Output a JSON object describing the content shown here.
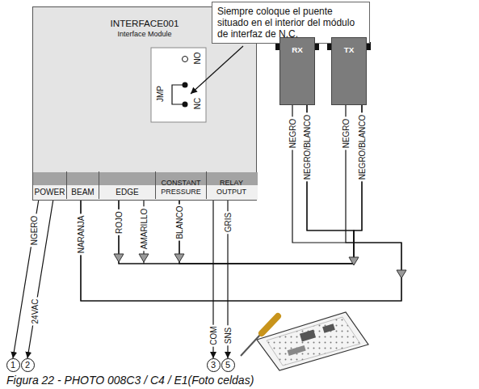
{
  "diagram": {
    "caption": "Figura 22 - PHOTO 008C3 / C4 / E1(Foto celdas)",
    "nodes": [
      {
        "text": [
          "INTERFACE001",
          "Interface Module"
        ]
      },
      {
        "text": [
          "POWER"
        ],
        "in": 0
      },
      {
        "text": [
          "BEAM"
        ],
        "in": 0
      },
      {
        "text": [
          "EDGE"
        ],
        "in": 0
      },
      {
        "text": [
          "CONSTANT PRESSURE"
        ],
        "in": 0
      },
      {
        "text": [
          "RELAY OUTPUT"
        ],
        "in": 0
      },
      {
        "text": [
          "Siempre coloque el puente situado en el interior del módulo de interfaz de N.C."
        ]
      },
      {
        "text": [
          "RX"
        ]
      },
      {
        "text": [
          "TX"
        ]
      },
      {
        "text": [
          "1"
        ]
      },
      {
        "text": [
          "2"
        ]
      },
      {
        "text": [
          "3"
        ]
      },
      {
        "text": [
          "5"
        ]
      }
    ],
    "edges": [
      {
        "from": 1,
        "to": 9,
        "arrow": "to",
        "label": "NGERO"
      },
      {
        "from": 1,
        "to": 10,
        "arrow": "to",
        "label": "24VAC"
      },
      {
        "from": 5,
        "to": 11,
        "arrow": "to",
        "label": "COM"
      },
      {
        "from": 5,
        "to": 12,
        "arrow": "to",
        "label": "SNS"
      },
      {
        "from": 2,
        "to": 7,
        "arrow": "none"
      },
      {
        "from": 2,
        "to": 8,
        "arrow": "none"
      },
      {
        "from": 3,
        "to": 7,
        "arrow": "none"
      },
      {
        "from": 3,
        "to": 8,
        "arrow": "none"
      },
      {
        "from": 4,
        "to": 7,
        "arrow": "none"
      },
      {
        "from": 4,
        "to": 8,
        "arrow": "none"
      }
    ],
    "labels": [
      "NO",
      "JMP",
      "NC",
      "NARANJA",
      "ROJO",
      "AMARILLO",
      "BLANCO",
      "GRIS",
      "NEGRO",
      "NEGRO/BLANCO",
      "NEGRO",
      "NEGRO/BLANCO"
    ]
  }
}
